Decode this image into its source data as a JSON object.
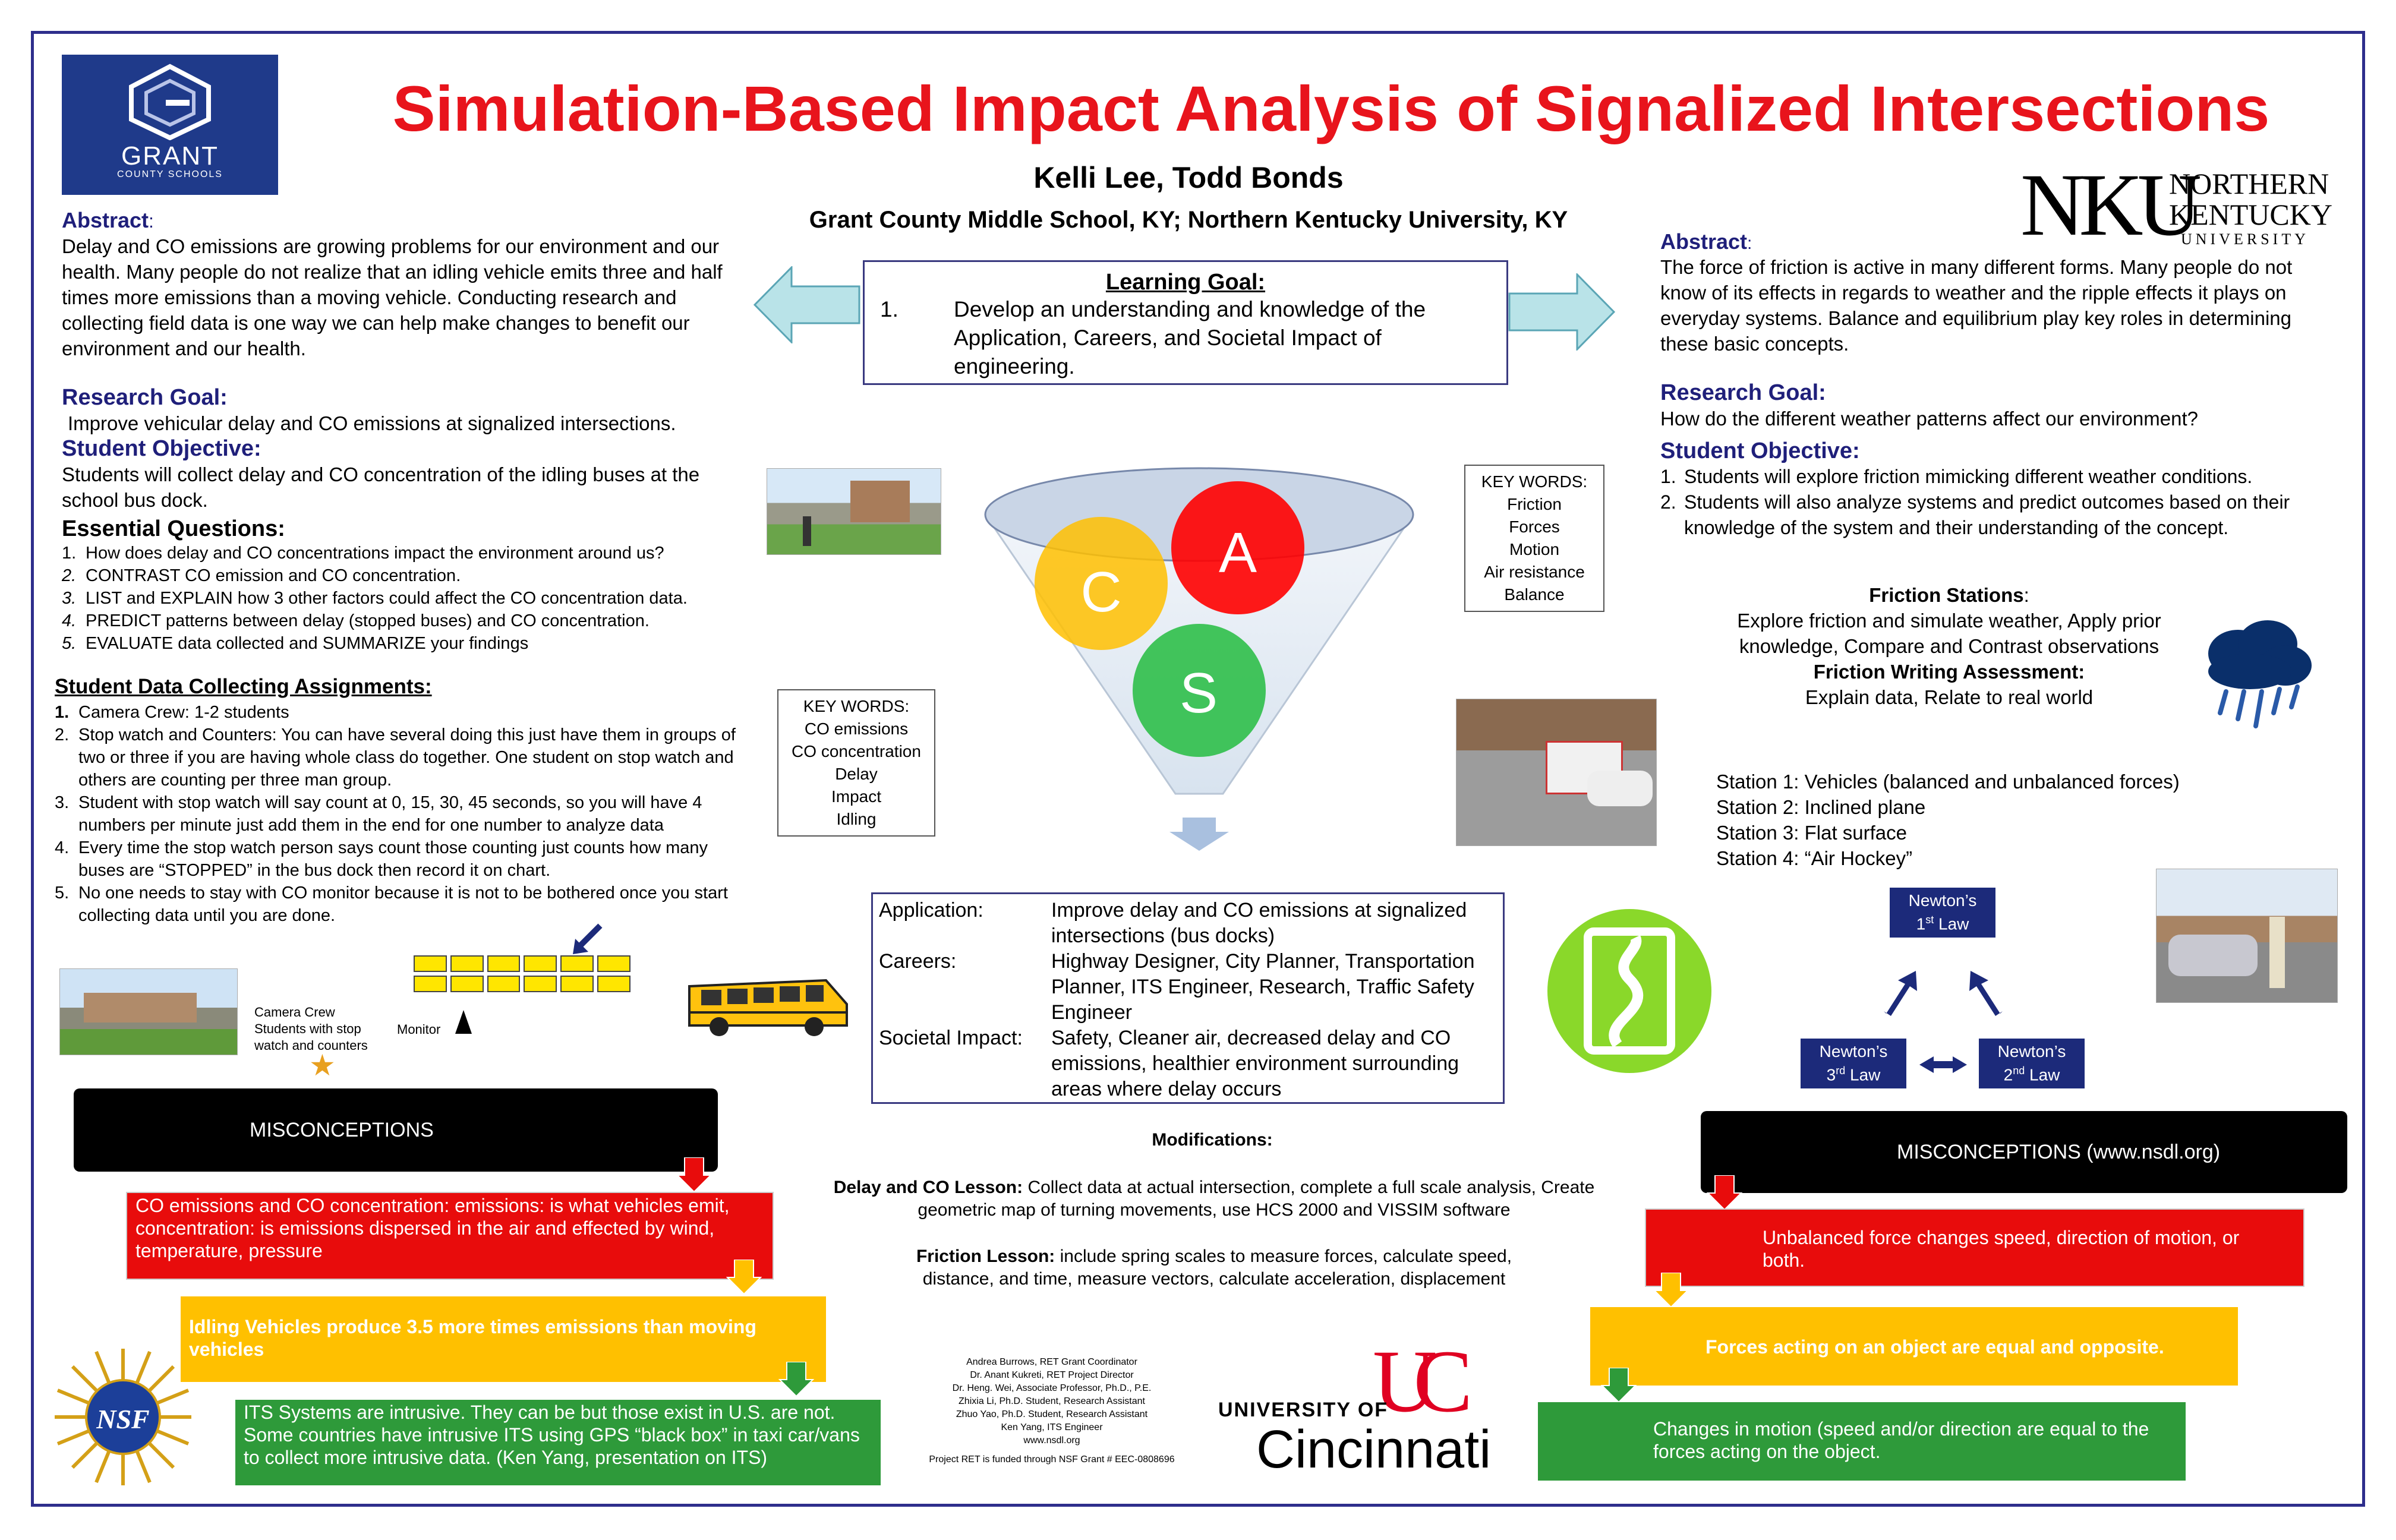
{
  "title": "Simulation-Based Impact Analysis of Signalized Intersections",
  "authors": "Kelli Lee, Todd Bonds",
  "affiliations": "Grant County Middle School, KY;  Northern Kentucky University, KY",
  "grant_logo": {
    "name": "GRANT",
    "sub": "COUNTY SCHOOLS",
    "color": "#1f3a8a"
  },
  "nku_logo": {
    "mark": "NKU",
    "l1": "NORTHERN",
    "l2": "KENTUCKY",
    "l3": "UNIVERSITY"
  },
  "uc_logo": {
    "l1": "UNIVERSITY OF",
    "l2": "Cincinnati",
    "mark": "UC"
  },
  "nsf_logo": "NSF",
  "learning_goal": {
    "title": "Learning Goal:",
    "num": "1.",
    "text": "Develop an understanding and knowledge of the Application, Careers, and Societal Impact of engineering."
  },
  "funnel": {
    "c": "C",
    "a": "A",
    "s": "S"
  },
  "left": {
    "abstract_label": "Abstract",
    "abstract_colon": ":",
    "abstract": "Delay and CO emissions are growing problems for our environment and our health.  Many people do not realize that an idling vehicle emits three and half times more emissions than a moving vehicle.  Conducting research and collecting field data is one way we can help make changes to benefit our environment and our health.",
    "research_label": "Research Goal:",
    "research": "Improve vehicular delay and CO emissions at signalized intersections.",
    "objective_label": "Student Objective:",
    "objective": "Students will collect delay and CO concentration of the idling buses at the school bus dock.",
    "eq_label": "Essential Questions:",
    "eq": [
      {
        "n": "1.",
        "t": "How does delay and CO concentrations impact the environment around us?"
      },
      {
        "n": "2.",
        "t": "CONTRAST CO emission and CO concentration."
      },
      {
        "n": "3.",
        "t": "LIST and EXPLAIN how 3 other factors could affect the CO concentration data."
      },
      {
        "n": "4.",
        "t": "PREDICT patterns between delay (stopped buses) and CO concentration."
      },
      {
        "n": "5.",
        "t": "EVALUATE data collected and SUMMARIZE your findings"
      }
    ],
    "assign_label": "Student Data Collecting Assignments:",
    "assign": [
      {
        "n": "1.",
        "t": "Camera Crew: 1-2 students"
      },
      {
        "n": "2.",
        "t": "Stop watch and Counters:  You can have several doing this just have them in groups of two or three if you are having whole class do together.  One student on stop watch and others are counting per three man group."
      },
      {
        "n": "3.",
        "t": "Student with stop watch will say count at 0, 15, 30, 45 seconds, so you will have 4 numbers per minute just add them in the end for one number to analyze data"
      },
      {
        "n": "4.",
        "t": "Every time the stop watch person says count those counting just counts how many buses are “STOPPED” in the bus dock then record it on chart."
      },
      {
        "n": "5.",
        "t": "No one needs to stay with CO monitor because it is not to be bothered once you start collecting data until you are done."
      }
    ],
    "diagram": {
      "crew": "Camera Crew",
      "students": "Students with stop watch and counters",
      "monitor": "Monitor"
    },
    "keywords": {
      "title": "KEY WORDS:",
      "items": [
        "CO emissions",
        "CO concentration",
        "Delay",
        "Impact",
        "Idling"
      ]
    },
    "mis_title": "MISCONCEPTIONS",
    "mis": [
      "CO emissions and CO concentration: emissions: is what vehicles emit, concentration: is emissions dispersed in the air and effected by wind, temperature, pressure",
      "Idling Vehicles produce 3.5 more times emissions than moving vehicles",
      "ITS Systems are intrusive.  They can be but those exist in U.S. are not.  Some countries have intrusive ITS using GPS “black box” in taxi car/vans to collect more intrusive data.  (Ken Yang, presentation on ITS)"
    ]
  },
  "right": {
    "abstract_label": "Abstract",
    "abstract_colon": ":",
    "abstract": "The force of friction is active in many different forms. Many people do not know of its effects in regards to weather and the ripple effects it plays on everyday systems. Balance and equilibrium play key roles in determining these basic concepts.",
    "research_label": "Research Goal:",
    "research": "How do the different weather patterns affect our environment?",
    "objective_label": "Student Objective:",
    "objective": [
      {
        "n": "1.",
        "t": "Students will explore friction mimicking different weather conditions."
      },
      {
        "n": "2.",
        "t": "Students will also analyze systems and predict outcomes based on their knowledge of the system and their understanding of the concept."
      }
    ],
    "stations_label": "Friction Stations",
    "stations_colon": ":",
    "stations_desc": "Explore friction and simulate weather, Apply prior knowledge,  Compare and Contrast observations",
    "writing_label": "Friction Writing Assessment:",
    "writing": "Explain data, Relate to real world",
    "stations": [
      "Station 1: Vehicles (balanced and unbalanced forces)",
      "Station 2: Inclined plane",
      "Station 3: Flat surface",
      "Station 4: “Air Hockey”"
    ],
    "keywords": {
      "title": "KEY WORDS:",
      "items": [
        "Friction",
        "Forces",
        "Motion",
        "Air resistance",
        "Balance"
      ]
    },
    "newton": {
      "a": "Newton’s",
      "a2": "1",
      "a3": "st",
      "a4": " Law",
      "b": "Newton’s",
      "b2": "2",
      "b3": "nd",
      "b4": " Law",
      "c": "Newton’s",
      "c2": "3",
      "c3": "rd",
      "c4": " Law"
    },
    "mis_title": "MISCONCEPTIONS (www.nsdl.org)",
    "mis": [
      "Unbalanced force changes speed, direction of motion, or both.",
      "Forces acting on an object are equal and opposite.",
      "Changes in motion (speed and/or direction are equal to the forces acting on the object."
    ]
  },
  "acs": {
    "rows": [
      {
        "k": "Application:",
        "v": "Improve delay and CO emissions at signalized intersections (bus docks)"
      },
      {
        "k": "Careers:",
        "v": "Highway Designer, City Planner, Transportation Planner, ITS Engineer, Research, Traffic Safety Engineer"
      },
      {
        "k": "Societal Impact:",
        "v": "Safety, Cleaner air, decreased delay and CO emissions, healthier environment surrounding areas where delay occurs"
      }
    ]
  },
  "mods": {
    "title": "Modifications:",
    "delay_label": "Delay and CO Lesson:",
    "delay": "  Collect data at actual intersection, complete a full scale analysis, Create geometric map of turning movements, use HCS 2000 and VISSIM software",
    "friction_label": "Friction Lesson:",
    "friction": "  include spring scales to measure forces, calculate speed, distance, and time, measure vectors, calculate acceleration, displacement"
  },
  "credits": [
    "Andrea Burrows, RET Grant Coordinator",
    "Dr. Anant Kukreti, RET Project Director",
    "Dr. Heng. Wei, Associate Professor, Ph.D., P.E.",
    "Zhixia Li, Ph.D. Student, Research Assistant",
    "Zhuo Yao, Ph.D. Student, Research Assistant",
    "Ken Yang, ITS Engineer",
    "www.nsdl.org"
  ],
  "funding": "Project RET is funded through NSF Grant # EEC-0808696",
  "colors": {
    "title": "#e8141c",
    "heading": "#1f1f7a",
    "red": "#e80c0c",
    "yellow": "#ffc000",
    "green": "#2e9a3a",
    "navy": "#1c2a7a"
  }
}
